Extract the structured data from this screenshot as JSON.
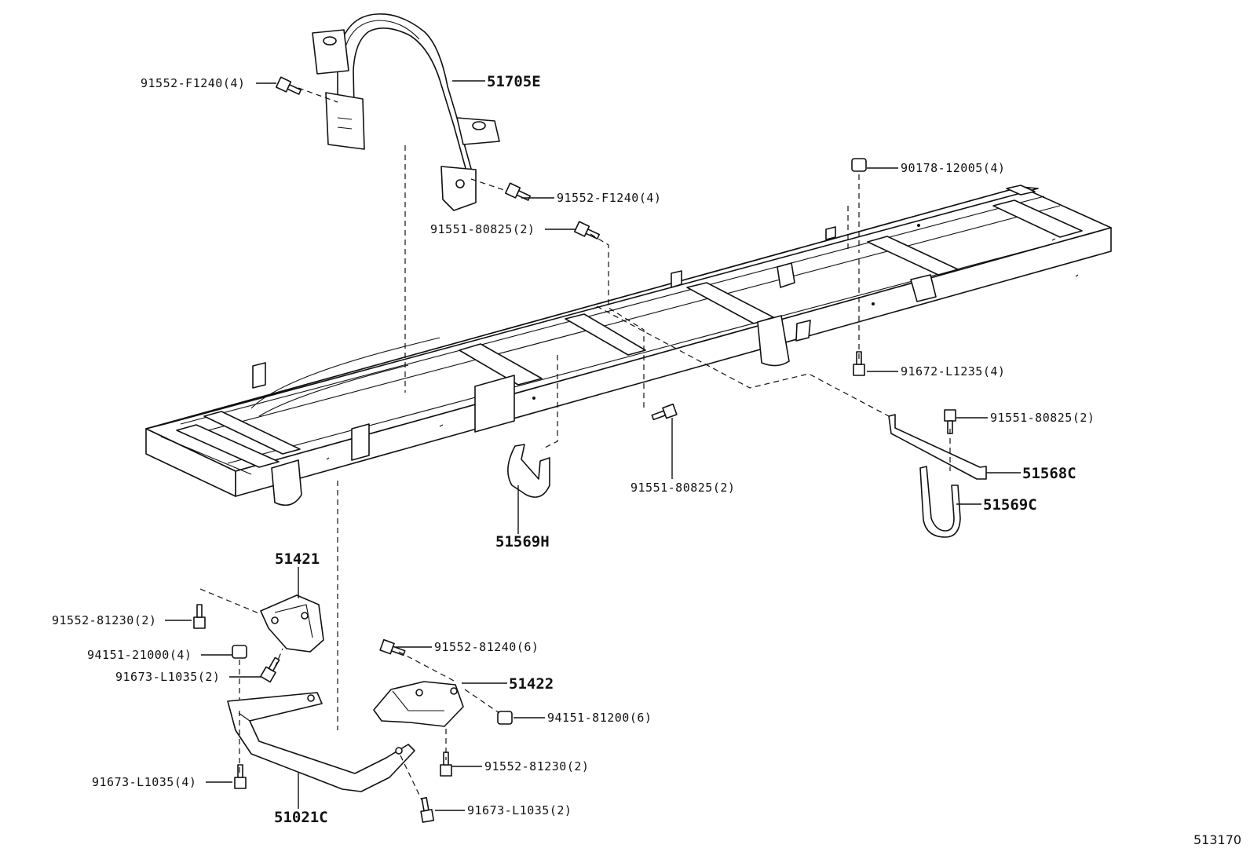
{
  "diagram": {
    "reference_code": "513170",
    "callouts": [
      {
        "id": "c1",
        "text": "91552-F1240(4)"
      },
      {
        "id": "c2",
        "text": "51705E"
      },
      {
        "id": "c3",
        "text": "91552-F1240(4)"
      },
      {
        "id": "c4",
        "text": "91551-80825(2)"
      },
      {
        "id": "c5",
        "text": "90178-12005(4)"
      },
      {
        "id": "c6",
        "text": "91672-L1235(4)"
      },
      {
        "id": "c7",
        "text": "91551-80825(2)"
      },
      {
        "id": "c8",
        "text": "51568C"
      },
      {
        "id": "c9",
        "text": "51569C"
      },
      {
        "id": "c10",
        "text": "91551-80825(2)"
      },
      {
        "id": "c11",
        "text": "51569H"
      },
      {
        "id": "c12",
        "text": "51421"
      },
      {
        "id": "c13",
        "text": "91552-81230(2)"
      },
      {
        "id": "c14",
        "text": "94151-21000(4)"
      },
      {
        "id": "c15",
        "text": "91673-L1035(2)"
      },
      {
        "id": "c16",
        "text": "91552-81240(6)"
      },
      {
        "id": "c17",
        "text": "51422"
      },
      {
        "id": "c18",
        "text": "94151-81200(6)"
      },
      {
        "id": "c19",
        "text": "91552-81230(2)"
      },
      {
        "id": "c20",
        "text": "91673-L1035(4)"
      },
      {
        "id": "c21",
        "text": "51021C"
      },
      {
        "id": "c22",
        "text": "91673-L1035(2)"
      }
    ]
  }
}
